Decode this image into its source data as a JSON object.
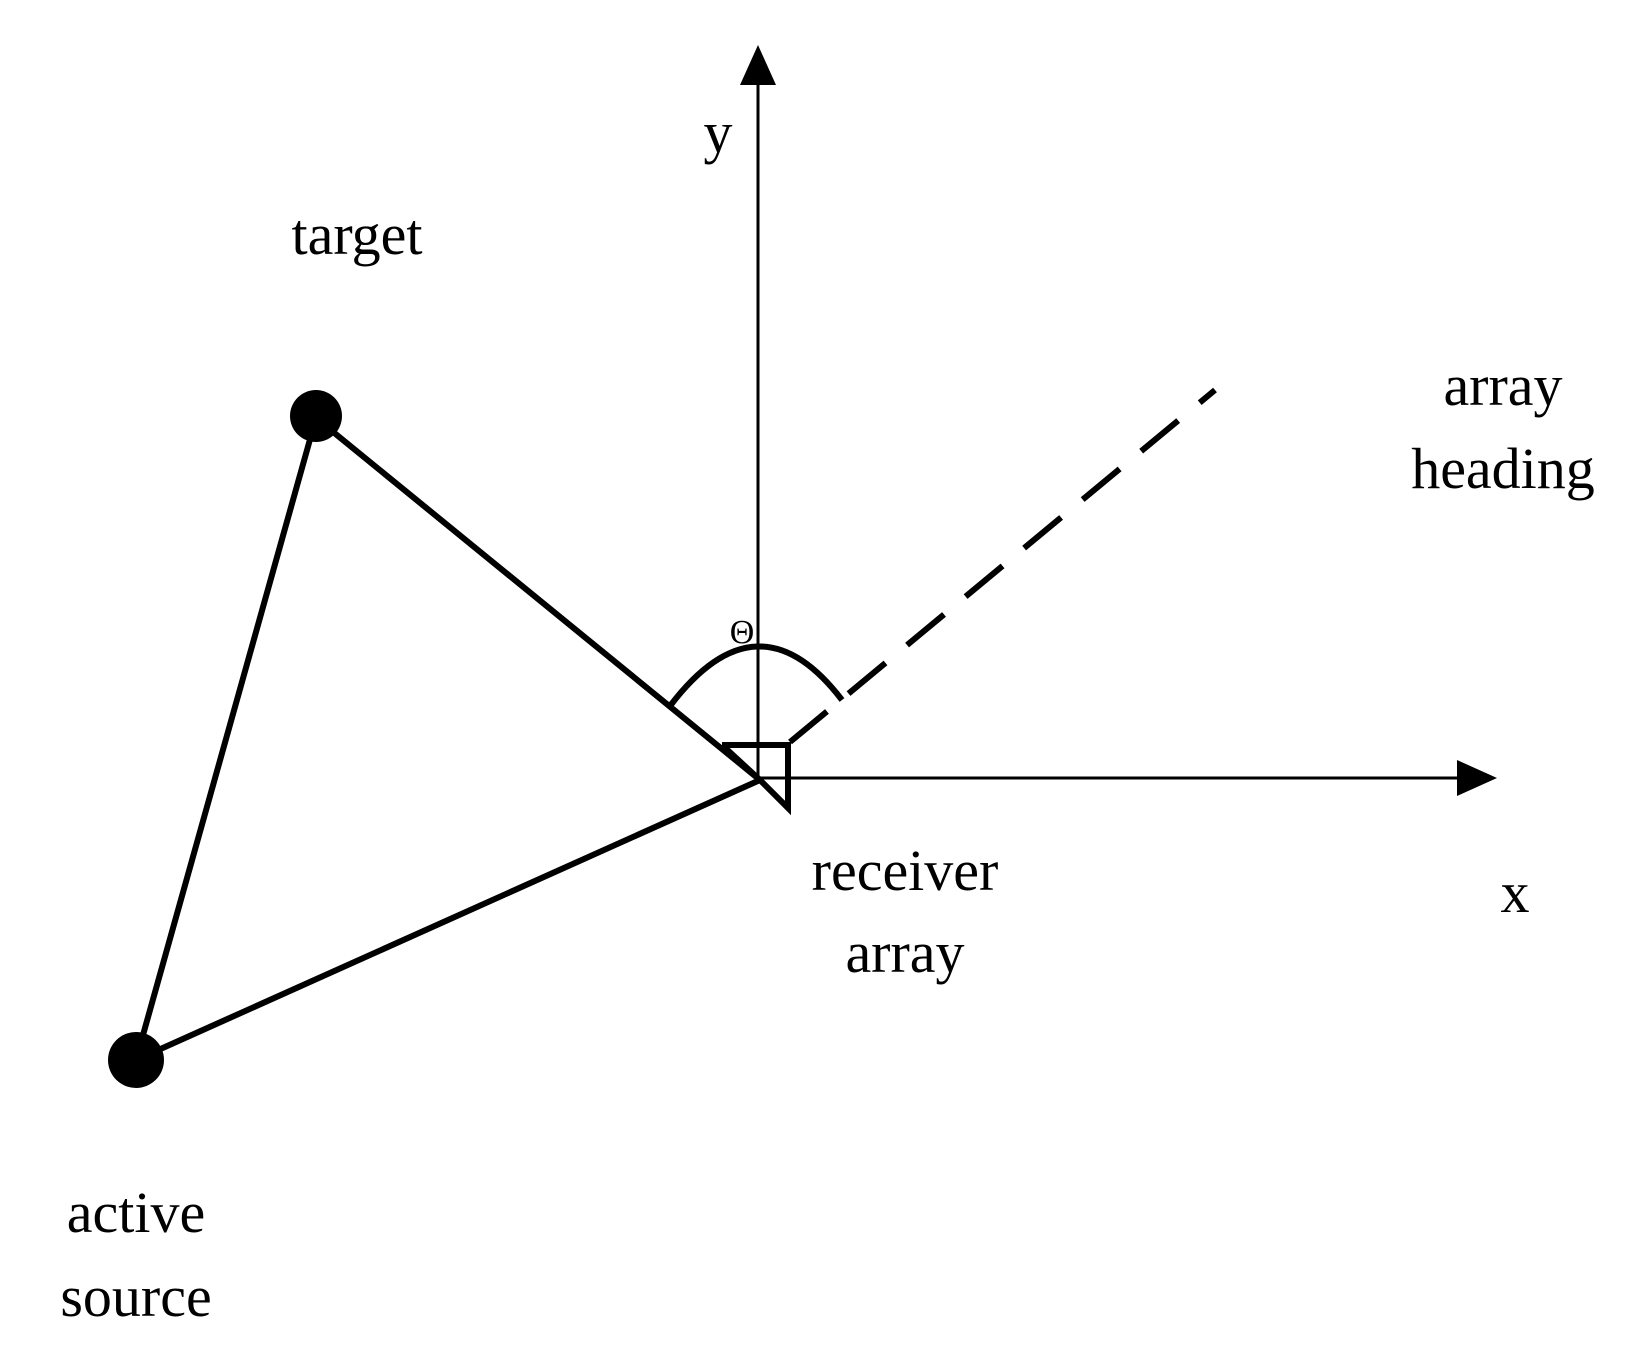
{
  "labels": {
    "y_axis": "y",
    "x_axis": "x",
    "target": "target",
    "array_heading_line1": "array",
    "array_heading_line2": "heading",
    "angle": "Θ",
    "receiver_line1": "receiver",
    "receiver_line2": "array",
    "active_source_line1": "active",
    "active_source_line2": "source"
  },
  "colors": {
    "ink": "#000000",
    "background": "#ffffff"
  }
}
